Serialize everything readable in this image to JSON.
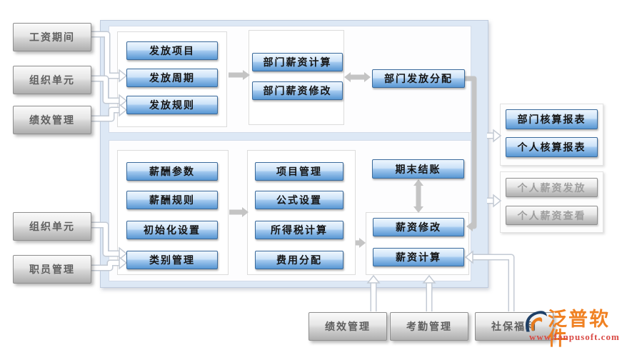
{
  "left_inputs": [
    "工资期间",
    "组织单元",
    "绩效管理",
    "组织单元",
    "职员管理"
  ],
  "issue_section": {
    "setup_nodes": [
      "发放项目",
      "发放周期",
      "发放规则"
    ],
    "dept_nodes": [
      "部门薪资计算",
      "部门薪资修改"
    ],
    "allocation_node": "部门发放分配"
  },
  "salary_section": {
    "config_nodes": [
      "薪酬参数",
      "薪酬规则",
      "初始化设置",
      "类别管理"
    ],
    "calc_nodes": [
      "项目管理",
      "公式设置",
      "所得税计算",
      "费用分配"
    ],
    "close_node": "期末结账",
    "ops_nodes": [
      "薪资修改",
      "薪资计算"
    ]
  },
  "outputs": {
    "report_nodes": [
      "部门核算报表",
      "个人核算报表"
    ],
    "personal_nodes": [
      "个人薪资发放",
      "个人薪资查看"
    ]
  },
  "bottom_inputs": [
    "绩效管理",
    "考勤管理",
    "社保福利"
  ],
  "logo": {
    "name": "泛普软件",
    "website": "www.fanpusoft.com"
  },
  "colors": {
    "node_blue_border": "#3a6a9b",
    "node_blue_fill": "#5897d3",
    "node_gray_fill": "#aeaeae",
    "container_bg": "#dde8f5",
    "connector_gray": "#c4c4c4",
    "logo_orange": "#f08122",
    "logo_url_red": "#d94a45"
  }
}
